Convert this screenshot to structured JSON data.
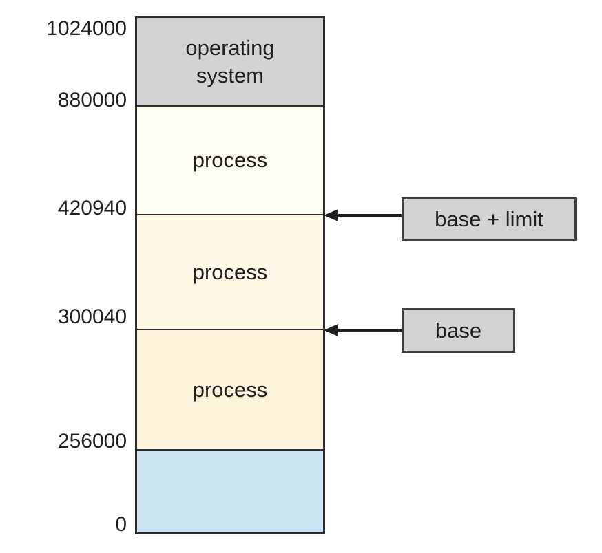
{
  "colors": {
    "background": "#ffffff",
    "line": "#2d2d2f",
    "text": "#231f20",
    "os_segment_fill": "#d2d3d5",
    "process_segment_top_fill": "#fdfcf1",
    "process_segment_middle_fill": "#fdf9e6",
    "process_segment_bottom_fill": "#faf3da",
    "free_segment_fill": "#cbe5f4",
    "annotation_box_fill": "#d2d3d5",
    "annotation_box_border": "#3f3f41"
  },
  "memory_column": {
    "segments": [
      {
        "label": "operating\nsystem",
        "from_address": "880000",
        "to_address": "1024000"
      },
      {
        "label": "process",
        "from_address": "420940",
        "to_address": "880000"
      },
      {
        "label": "process",
        "from_address": "300040",
        "to_address": "420940"
      },
      {
        "label": "process",
        "from_address": "256000",
        "to_address": "300040"
      },
      {
        "label": "",
        "from_address": "0",
        "to_address": "256000"
      }
    ],
    "address_labels": [
      "1024000",
      "880000",
      "420940",
      "300040",
      "256000",
      "0"
    ]
  },
  "annotations": [
    {
      "label": "base + limit",
      "points_to_address": "420940"
    },
    {
      "label": "base",
      "points_to_address": "300040"
    }
  ]
}
